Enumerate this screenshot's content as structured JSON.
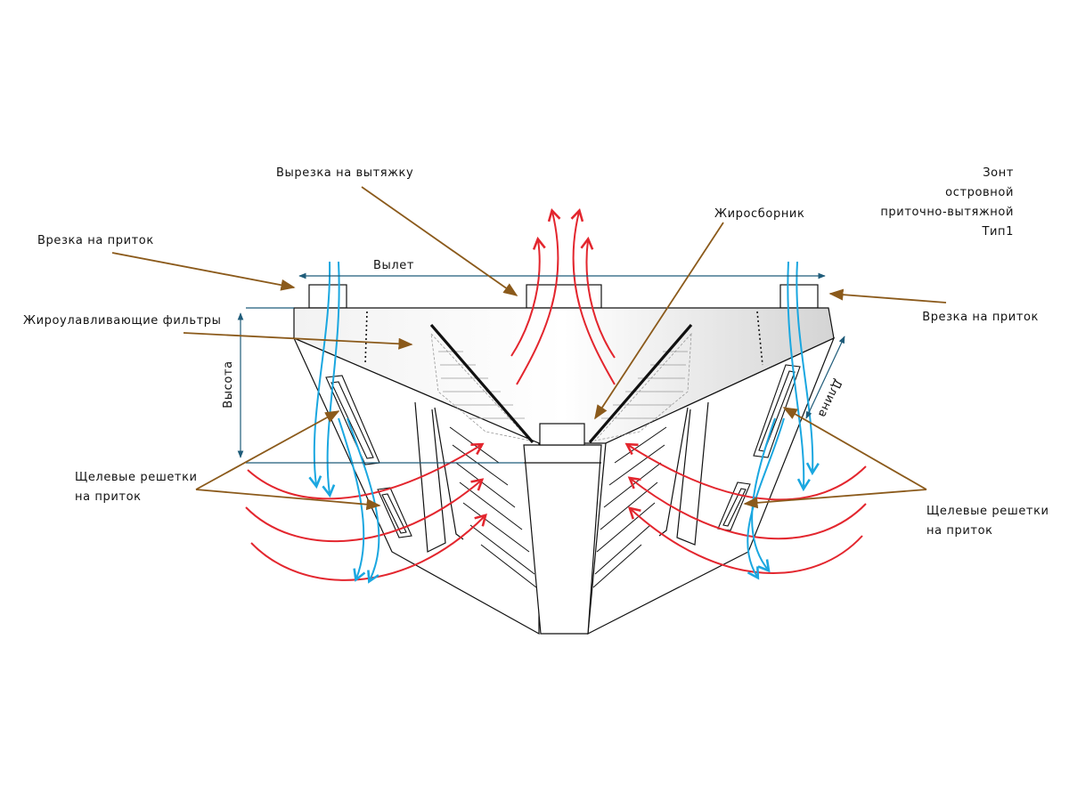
{
  "title": {
    "line1": "Зонт",
    "line2": "островной",
    "line3": "приточно-вытяжной",
    "line4": "Тип1"
  },
  "labels": {
    "exhaust_cutout": "Вырезка на вытяжку",
    "grease_collector": "Жиросборник",
    "supply_inlet_left": "Врезка на приток",
    "supply_inlet_right": "Врезка на приток",
    "grease_filters": "Жироулавливающие фильтры",
    "slot_grilles_left_1": "Щелевые решетки",
    "slot_grilles_left_2": "на приток",
    "slot_grilles_right_1": "Щелевые решетки",
    "slot_grilles_right_2": "на приток"
  },
  "dimensions": {
    "overhang": "Вылет",
    "height": "Высота",
    "length": "Длина"
  },
  "colors": {
    "leader": "#8B5A1B",
    "dimension": "#1F5C7A",
    "supply_air": "#1AA7E0",
    "exhaust_air": "#E3262E",
    "outline": "#111111"
  }
}
